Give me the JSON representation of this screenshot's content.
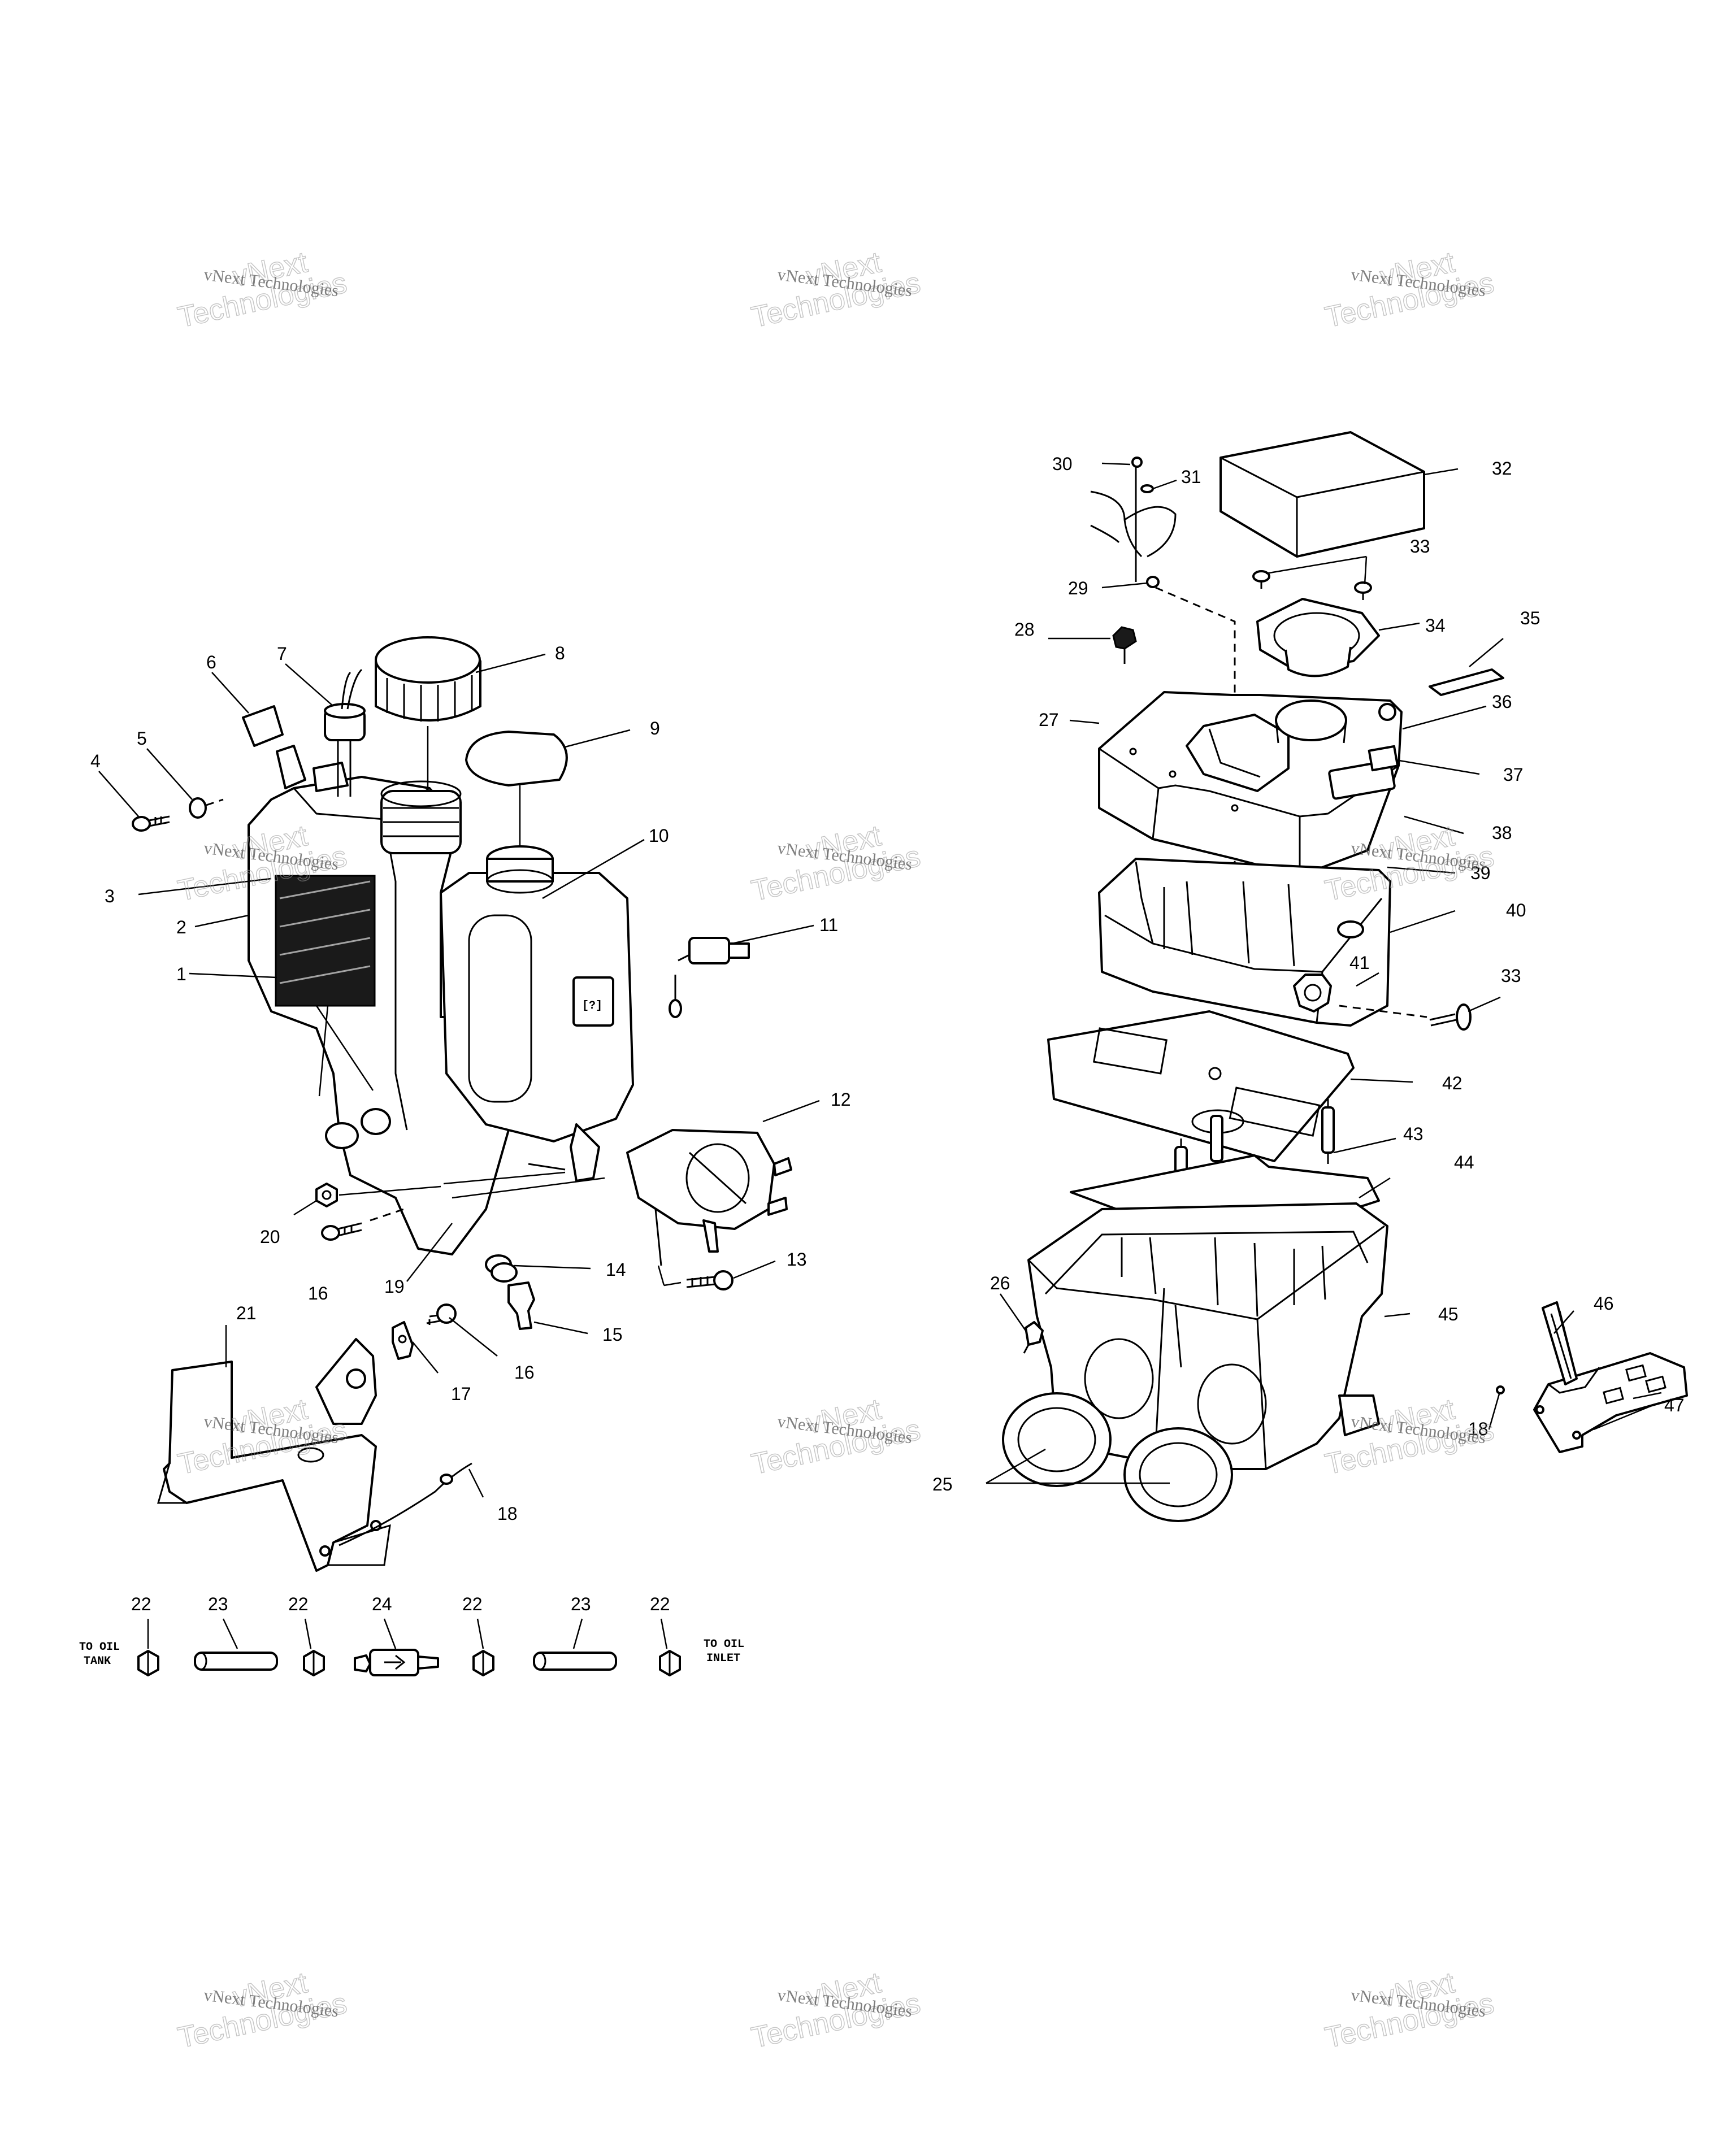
{
  "callouts": {
    "c1": "1",
    "c2": "2",
    "c3": "3",
    "c4": "4",
    "c5": "5",
    "c6": "6",
    "c7": "7",
    "c8": "8",
    "c9": "9",
    "c10": "10",
    "c11": "11",
    "c12": "12",
    "c13": "13",
    "c14": "14",
    "c15": "15",
    "c16a": "16",
    "c16b": "16",
    "c17": "17",
    "c18a": "18",
    "c18b": "18",
    "c19": "19",
    "c20": "20",
    "c21": "21",
    "c22a": "22",
    "c22b": "22",
    "c22c": "22",
    "c22d": "22",
    "c23a": "23",
    "c23b": "23",
    "c24": "24",
    "c25": "25",
    "c26": "26",
    "c27": "27",
    "c28": "28",
    "c29": "29",
    "c30": "30",
    "c31": "31",
    "c32": "32",
    "c33a": "33",
    "c33b": "33",
    "c34": "34",
    "c35": "35",
    "c36": "36",
    "c37": "37",
    "c38": "38",
    "c39": "39",
    "c40": "40",
    "c41": "41",
    "c42": "42",
    "c43": "43",
    "c44": "44",
    "c45": "45",
    "c46": "46",
    "c47": "47"
  },
  "notes": {
    "to_oil_tank_l1": "TO OIL",
    "to_oil_tank_l2": "TANK",
    "to_oil_inlet_l1": "TO OIL",
    "to_oil_inlet_l2": "INLET"
  },
  "watermark": {
    "line1": "vNext Technologies",
    "line2a": "vNext",
    "line2b": "Technologies"
  }
}
